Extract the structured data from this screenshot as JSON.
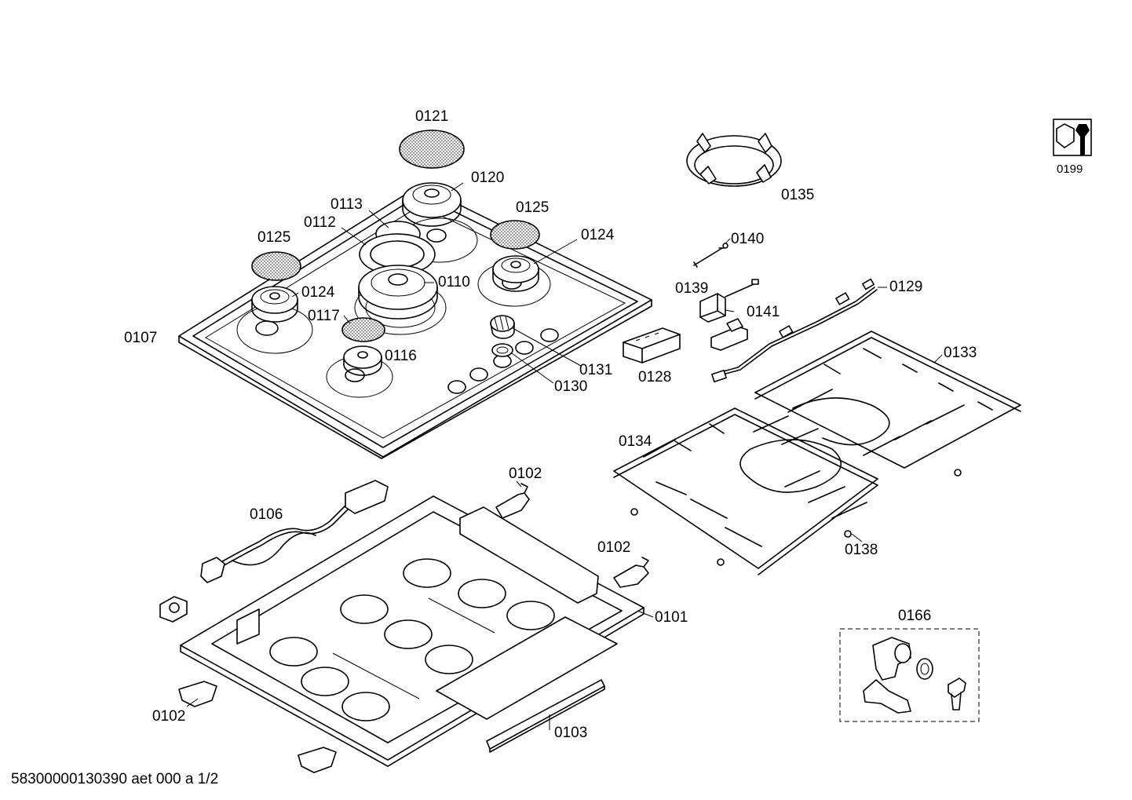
{
  "callouts": {
    "c0101": "0101",
    "c0102": "0102",
    "c0103": "0103",
    "c0106": "0106",
    "c0107": "0107",
    "c0110": "0110",
    "c0112": "0112",
    "c0113": "0113",
    "c0116": "0116",
    "c0117": "0117",
    "c0120": "0120",
    "c0121": "0121",
    "c0124": "0124",
    "c0125": "0125",
    "c0128": "0128",
    "c0129": "0129",
    "c0130": "0130",
    "c0131": "0131",
    "c0133": "0133",
    "c0134": "0134",
    "c0135": "0135",
    "c0138": "0138",
    "c0139": "0139",
    "c0140": "0140",
    "c0141": "0141",
    "c0166": "0166",
    "c0199": "0199"
  },
  "footer": {
    "doc_code": "58300000130390 aet 000 a 1/2"
  },
  "icons": {
    "tool_icon": "wrench-nut-icon"
  }
}
